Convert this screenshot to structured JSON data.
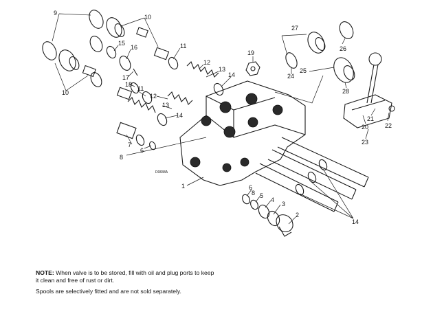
{
  "diagram": {
    "callouts": [
      "9",
      "10",
      "10",
      "11",
      "11",
      "12",
      "12",
      "13",
      "13",
      "14",
      "14",
      "14",
      "15",
      "16",
      "17",
      "18",
      "19",
      "1",
      "2",
      "3",
      "4",
      "5",
      "6",
      "6",
      "7",
      "8",
      "8",
      "20",
      "21",
      "22",
      "23",
      "24",
      "25",
      "26",
      "27",
      "28"
    ],
    "drawing_code": "D0838A"
  },
  "notes": {
    "note_label": "NOTE:",
    "note_text": "When valve is to be stored, fill with oil and plug ports to keep it clean and free of rust or dirt.",
    "spools_text": "Spools are selectively fitted and are not sold separately."
  }
}
